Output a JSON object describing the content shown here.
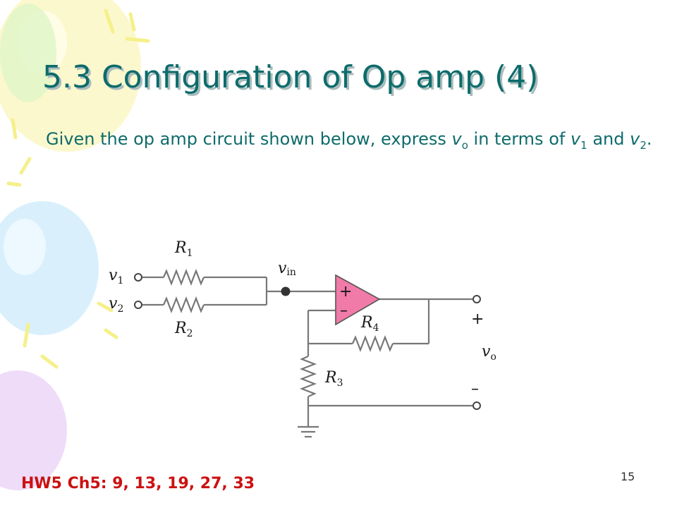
{
  "slide": {
    "title": "5.3 Configuration of Op amp (4)",
    "problem": {
      "text_1": "Given the op amp circuit shown below, express ",
      "vo_var": "v",
      "vo_sub": "o",
      "text_2": " in terms of ",
      "v1_var": "v",
      "v1_sub": "1",
      "text_3": " and ",
      "v2_var": "v",
      "v2_sub": "2",
      "text_4": "."
    },
    "slide_number": "15",
    "homework": "HW5 Ch5: 9, 13, 19, 27, 33"
  },
  "circuit": {
    "labels": {
      "v1_var": "v",
      "v1_sub": "1",
      "v2_var": "v",
      "v2_sub": "2",
      "vin_var": "v",
      "vin_sub": "in",
      "r1": "R",
      "r1_sub": "1",
      "r2": "R",
      "r2_sub": "2",
      "r3": "R",
      "r3_sub": "3",
      "r4": "R",
      "r4_sub": "4",
      "vo_var": "v",
      "vo_sub": "o",
      "plus": "+",
      "minus": "–",
      "opamp_plus": "+",
      "opamp_minus": "–"
    },
    "colors": {
      "opamp_fill": "#f07aa8",
      "wire": "#777777"
    }
  }
}
